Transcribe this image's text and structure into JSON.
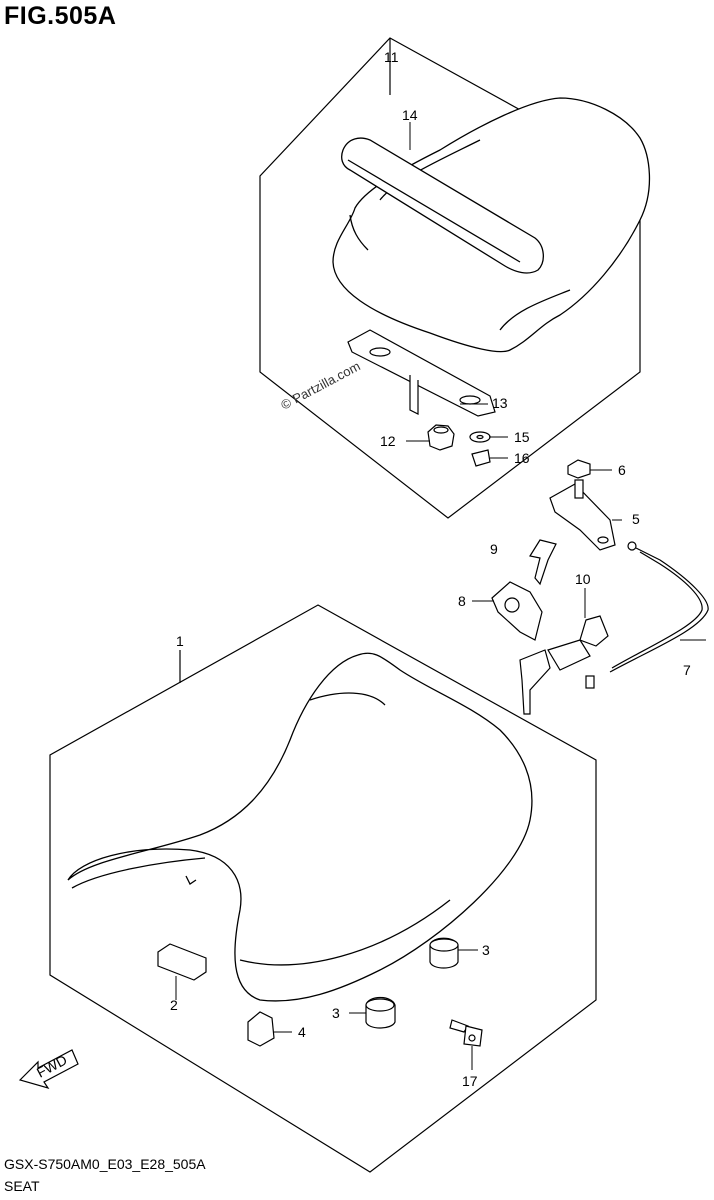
{
  "figure": {
    "title": "FIG.505A",
    "code": "GSX-S750AM0_E03_E28_505A",
    "name": "SEAT",
    "watermark": "© Partzilla.com",
    "fwd_label": "FWD"
  },
  "callouts": [
    "1",
    "2",
    "3",
    "3",
    "4",
    "5",
    "6",
    "7",
    "8",
    "9",
    "10",
    "11",
    "12",
    "13",
    "14",
    "15",
    "16",
    "17"
  ]
}
